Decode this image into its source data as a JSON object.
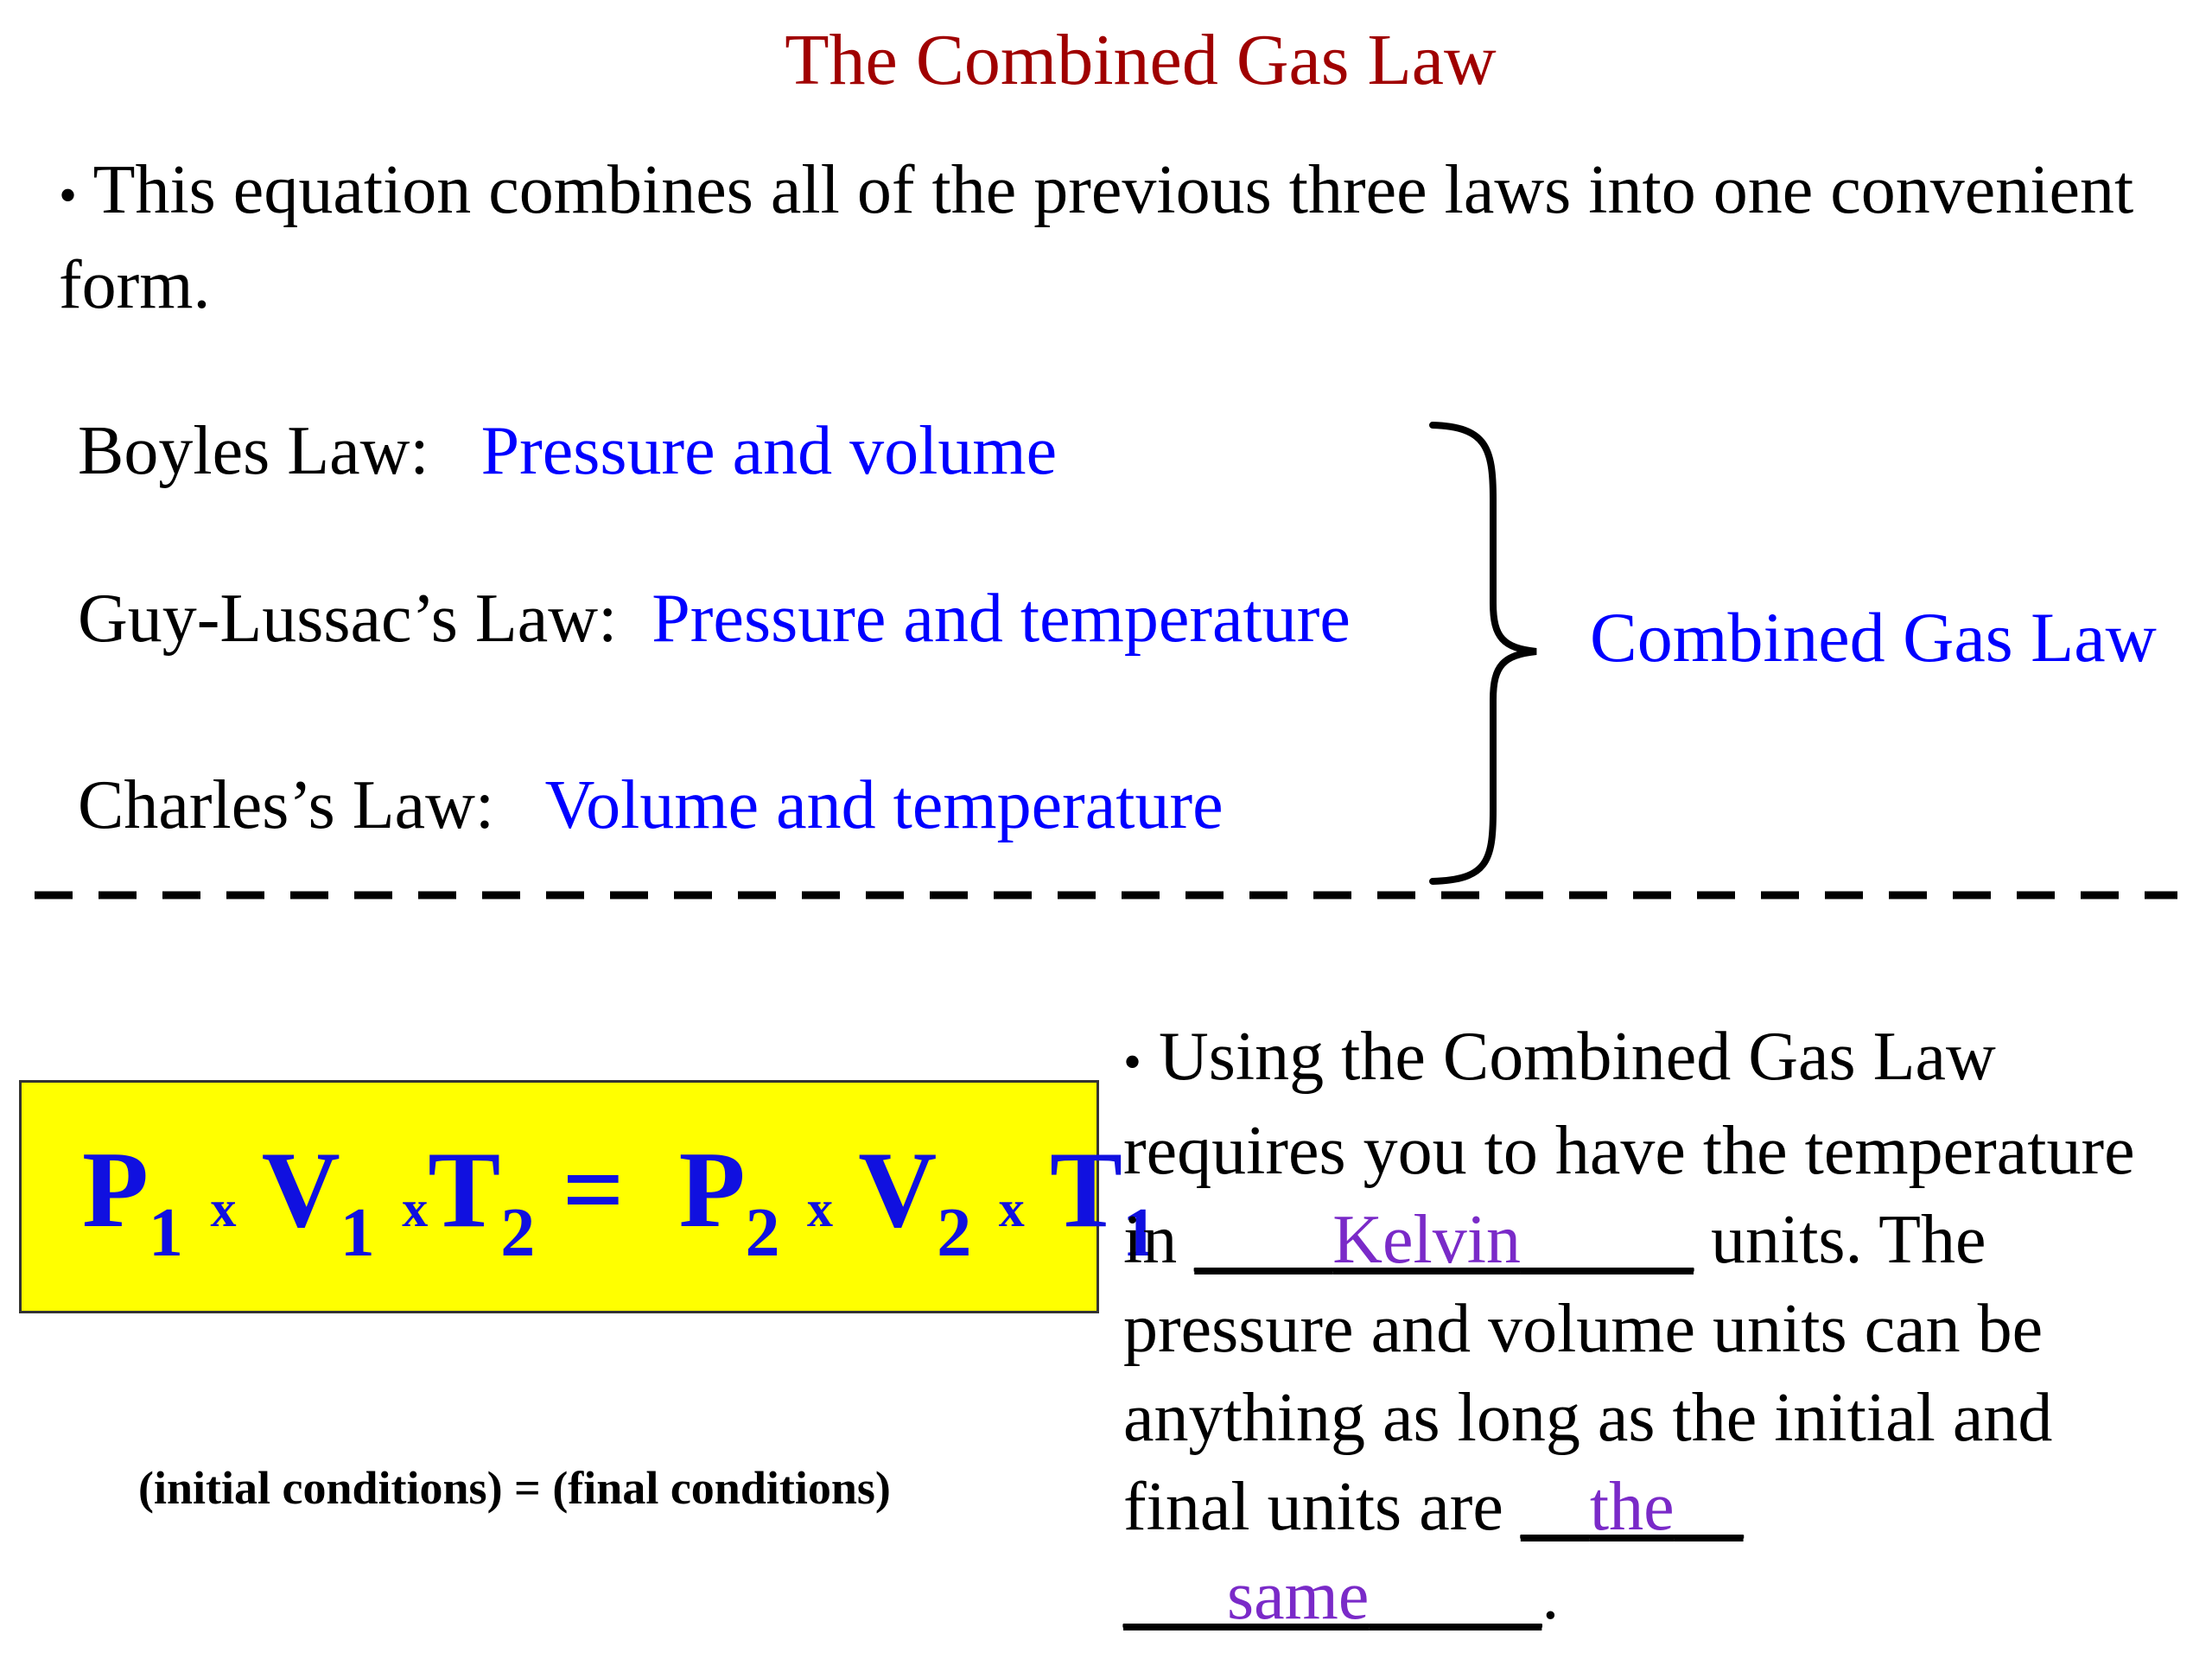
{
  "title": "The Combined Gas Law",
  "intro": {
    "bullet": "•",
    "text": "This equation combines all of the previous three laws into one convenient form."
  },
  "laws": [
    {
      "label": "Boyles Law:",
      "description": "Pressure and volume"
    },
    {
      "label": "Guy-Lussac’s Law:",
      "description": "Pressure and temperature"
    },
    {
      "label": "Charles’s Law:",
      "description": "Volume and temperature"
    }
  ],
  "combined_label": "Combined Gas Law",
  "formula": {
    "p": "P",
    "v": "V",
    "t": "T",
    "times": "x",
    "equals": "=",
    "sub_1": "1",
    "sub_2": "2"
  },
  "conditions": "(initial conditions) = (final conditions)",
  "using": {
    "bullet": "•",
    "line1": "Using the Combined Gas Law requires you to have the temperature in ",
    "blank1_pre": "____",
    "blank1": "Kelvin",
    "blank1_post": "_____",
    "line2": " units.  The pressure and volume units can be anything as long as the initial and final units are ",
    "blank2_pre": "__",
    "blank2": "the",
    "blank2_post": "__",
    "gap": " ",
    "blank3_pre": "___",
    "blank3": "same",
    "blank3_post": "_____",
    "end": "."
  },
  "colors": {
    "title": "#a00000",
    "answer_blue": "#0000ff",
    "formula_text": "#1010e0",
    "formula_box": "#ffff00",
    "fill_in": "#7a2ac8"
  }
}
